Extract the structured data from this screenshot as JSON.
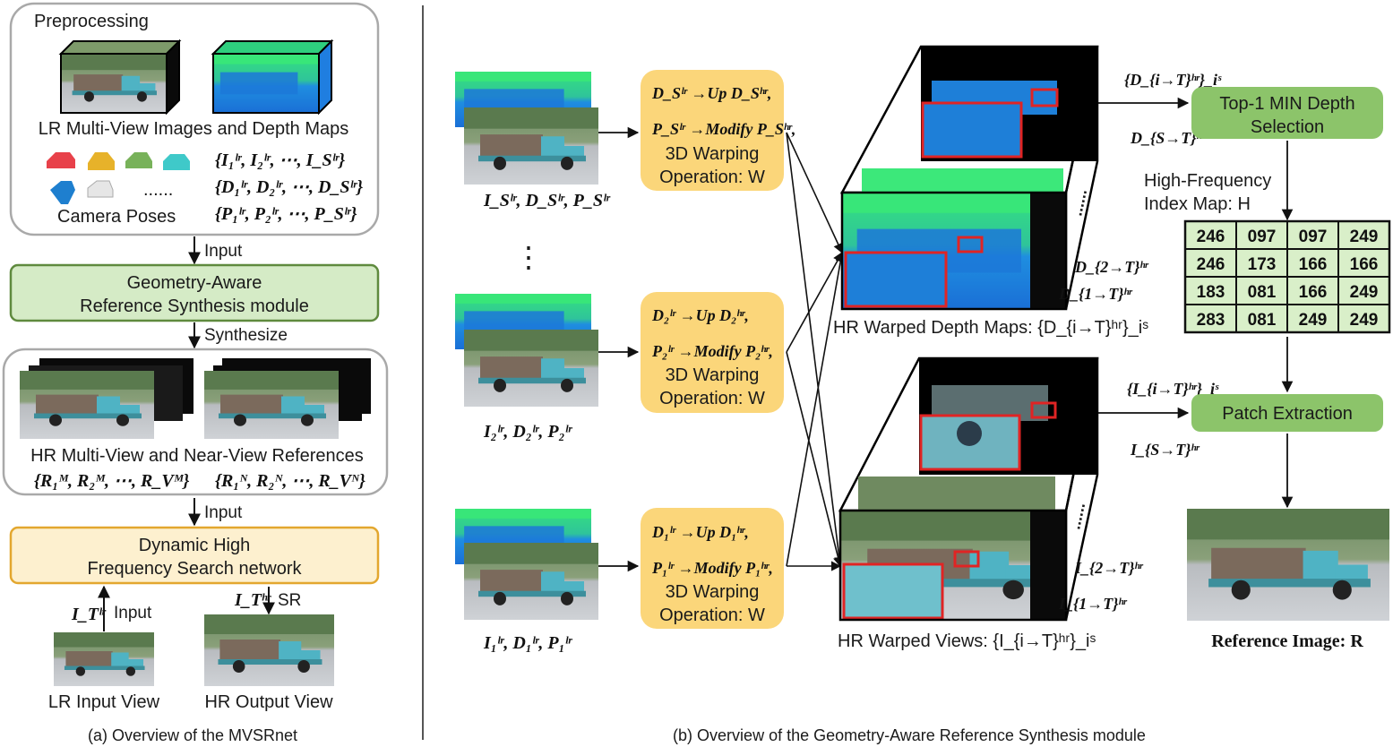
{
  "panel_a": {
    "preprocessing_title": "Preprocessing",
    "lr_caption": "LR Multi-View Images and Depth Maps",
    "camera_poses_label": "Camera Poses",
    "dots": "......",
    "set_images": "{I₁ˡʳ, I₂ˡʳ, ⋯, I_Sˡʳ}",
    "set_depths": "{D₁ˡʳ, D₂ˡʳ, ⋯, D_Sˡʳ}",
    "set_poses": "{P₁ˡʳ, P₂ˡʳ, ⋯, P_Sˡʳ}",
    "arrow_input_1": "Input",
    "gars_line1": "Geometry-Aware",
    "gars_line2": "Reference Synthesis module",
    "arrow_synthesize": "Synthesize",
    "hr_caption": "HR Multi-View and Near-View References",
    "set_multiview": "{R₁ᴹ, R₂ᴹ, ⋯, R_Vᴹ}",
    "set_nearview": "{R₁ᴺ, R₂ᴺ, ⋯, R_Vᴺ}",
    "arrow_input_2": "Input",
    "dhfs_line1": "Dynamic High",
    "dhfs_line2": "Frequency Search network",
    "input_label": "Input",
    "sr_label": "SR",
    "lr_input_sym": "I_Tˡʳ",
    "hr_output_sym": "I_Tʰʳ",
    "lr_view_caption": "LR Input View",
    "hr_view_caption": "HR Output View",
    "caption": "(a) Overview of the MVSRnet"
  },
  "panel_b": {
    "rows": [
      {
        "label": "I_Sˡʳ, D_Sˡʳ, P_Sˡʳ",
        "l1": "D_Sˡʳ →Up D_Sʰʳ,",
        "l2": "P_Sˡʳ →Modify P_Sʰʳ,",
        "l3": "3D Warping",
        "l4": "Operation: W"
      },
      {
        "label": "I₂ˡʳ, D₂ˡʳ, P₂ˡʳ",
        "l1": "D₂ˡʳ →Up D₂ʰʳ,",
        "l2": "P₂ˡʳ →Modify P₂ʰʳ,",
        "l3": "3D Warping",
        "l4": "Operation: W"
      },
      {
        "label": "I₁ˡʳ, D₁ˡʳ, P₁ˡʳ",
        "l1": "D₁ˡʳ →Up D₁ʰʳ,",
        "l2": "P₁ˡʳ →Modify P₁ʰʳ,",
        "l3": "3D Warping",
        "l4": "Operation: W"
      }
    ],
    "vdots": "⋮",
    "depth_set_top": "{D_{i→T}ʰʳ}_iˢ",
    "depth_s_label": "D_{S→T}ʰʳ",
    "depth_2_label": "D_{2→T}ʰʳ",
    "depth_1_label": "D_{1→T}ʰʳ",
    "depth_caption": "HR Warped Depth Maps: {D_{i→T}ʰʳ}_iˢ",
    "view_set_top": "{I_{i→T}ʰʳ}_iˢ",
    "view_s_label": "I_{S→T}ʰʳ",
    "view_2_label": "I_{2→T}ʰʳ",
    "view_1_label": "I_{1→T}ʰʳ",
    "view_caption": "HR Warped Views: {I_{i→T}ʰʳ}_iˢ",
    "top1_line1": "Top-1 MIN Depth",
    "top1_line2": "Selection",
    "hf_line1": "High-Frequency",
    "hf_line2": "Index Map: H",
    "index_map": [
      [
        "246",
        "097",
        "097",
        "249"
      ],
      [
        "246",
        "173",
        "166",
        "166"
      ],
      [
        "183",
        "081",
        "166",
        "249"
      ],
      [
        "283",
        "081",
        "249",
        "249"
      ]
    ],
    "patch_extraction": "Patch Extraction",
    "reference_caption": "Reference Image: R",
    "caption": "(b) Overview of the Geometry-Aware Reference Synthesis module"
  },
  "colors": {
    "green_box": "#d5ebc6",
    "green_border": "#5f8a3e",
    "yellow_box": "#fdf0cf",
    "yellow_border": "#e3a72f",
    "warp_box": "#fbd67a",
    "green_pill": "#8cc46a",
    "grid_fill": "#d9efc9",
    "depth_green": "#3ce87a",
    "depth_blue": "#1f7ee0",
    "highlight_red": "#e02424"
  }
}
